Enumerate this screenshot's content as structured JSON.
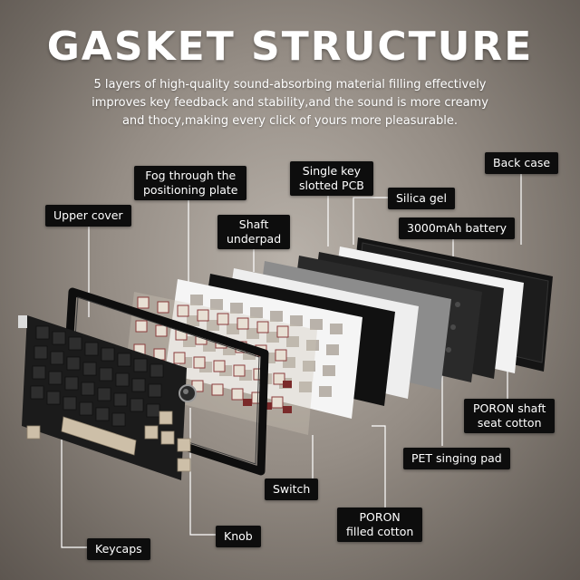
{
  "header": {
    "title": "GASKET STRUCTURE",
    "subtitle": "5 layers of high-quality sound-absorbing material filling effectively improves key feedback and stability,and the sound is more creamy and thocy,making every click of yours more pleasurable."
  },
  "labels": {
    "back_case": "Back case",
    "single_key_pcb": "Single key\nslotted PCB",
    "fog_plate": "Fog through the\npositioning plate",
    "silica_gel": "Silica gel",
    "upper_cover": "Upper cover",
    "battery": "3000mAh battery",
    "shaft_underpad": "Shaft\nunderpad",
    "poron_shaft_seat": "PORON shaft\nseat cotton",
    "pet_pad": "PET singing pad",
    "switch": "Switch",
    "poron_filled": "PORON\nfilled cotton",
    "knob": "Knob",
    "keycaps": "Keycaps"
  },
  "colors": {
    "label_bg": "#0d0d0d",
    "label_text": "#ffffff",
    "background": "#958d85"
  }
}
